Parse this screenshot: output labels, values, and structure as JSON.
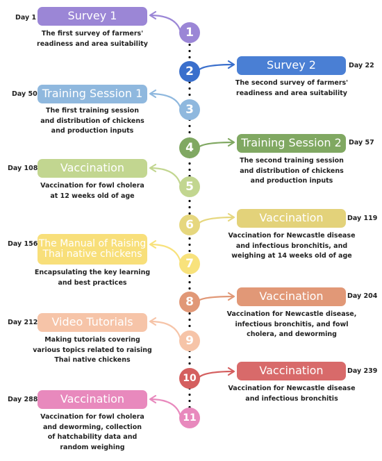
{
  "events": [
    {
      "num": "1",
      "title": "Survey 1",
      "day": "Day 1",
      "desc": "The first survey of farmers'\nreadiness and area suitability",
      "color": "#9b86d6",
      "node_color": "#9b86d6"
    },
    {
      "num": "2",
      "title": "Survey 2",
      "day": "Day 22",
      "desc": "The second survey of farmers'\nreadiness and area suitability",
      "color": "#4a7fd4",
      "node_color": "#3a6fcc"
    },
    {
      "num": "3",
      "title": "Training Session 1",
      "day": "Day 50",
      "desc": "The first training session\nand distribution of chickens\nand production inputs",
      "color": "#8fb8de",
      "node_color": "#8fb8de"
    },
    {
      "num": "4",
      "title": "Training Session 2",
      "day": "Day 57",
      "desc": "The second training session\nand distribution of chickens\nand production inputs",
      "color": "#80a862",
      "node_color": "#80a862"
    },
    {
      "num": "5",
      "title": "Vaccination",
      "day": "Day 108",
      "desc": "Vaccination for fowl cholera\nat 12 weeks old of age",
      "color": "#c2d690",
      "node_color": "#c2d690"
    },
    {
      "num": "6",
      "title": "Vaccination",
      "day": "Day 119",
      "desc": "Vaccination for Newcastle disease\nand infectious bronchitis, and\nweighing at 14 weeks old of age",
      "color": "#e3d27a",
      "node_color": "#e6d77e"
    },
    {
      "num": "7",
      "title": "The Manual of Raising\nThai native chickens",
      "day": "Day 156",
      "desc": "Encapsulating the key learning\nand best practices",
      "color": "#f8df7a",
      "node_color": "#f8e27c"
    },
    {
      "num": "8",
      "title": "Vaccination",
      "day": "Day 204",
      "desc": "Vaccination for Newcastle disease,\ninfectious bronchitis, and fowl\ncholera, and deworming",
      "color": "#e19877",
      "node_color": "#e19877"
    },
    {
      "num": "9",
      "title": "Video Tutorials",
      "day": "Day 212",
      "desc": "Making tutorials covering\nvarious topics related to raising\nThai native chickens",
      "color": "#f6c4a8",
      "node_color": "#f6c4a8"
    },
    {
      "num": "10",
      "title": "Vaccination",
      "day": "Day 239",
      "desc": "Vaccination for Newcastle disease\nand infectious bronchitis",
      "color": "#d86a6a",
      "node_color": "#d45f5f"
    },
    {
      "num": "11",
      "title": "Vaccination",
      "day": "Day 288",
      "desc": "Vaccination for fowl cholera\nand deworming, collection\nof hatchability data and\nrandom weighing",
      "color": "#e889bd",
      "node_color": "#e889bd"
    }
  ]
}
